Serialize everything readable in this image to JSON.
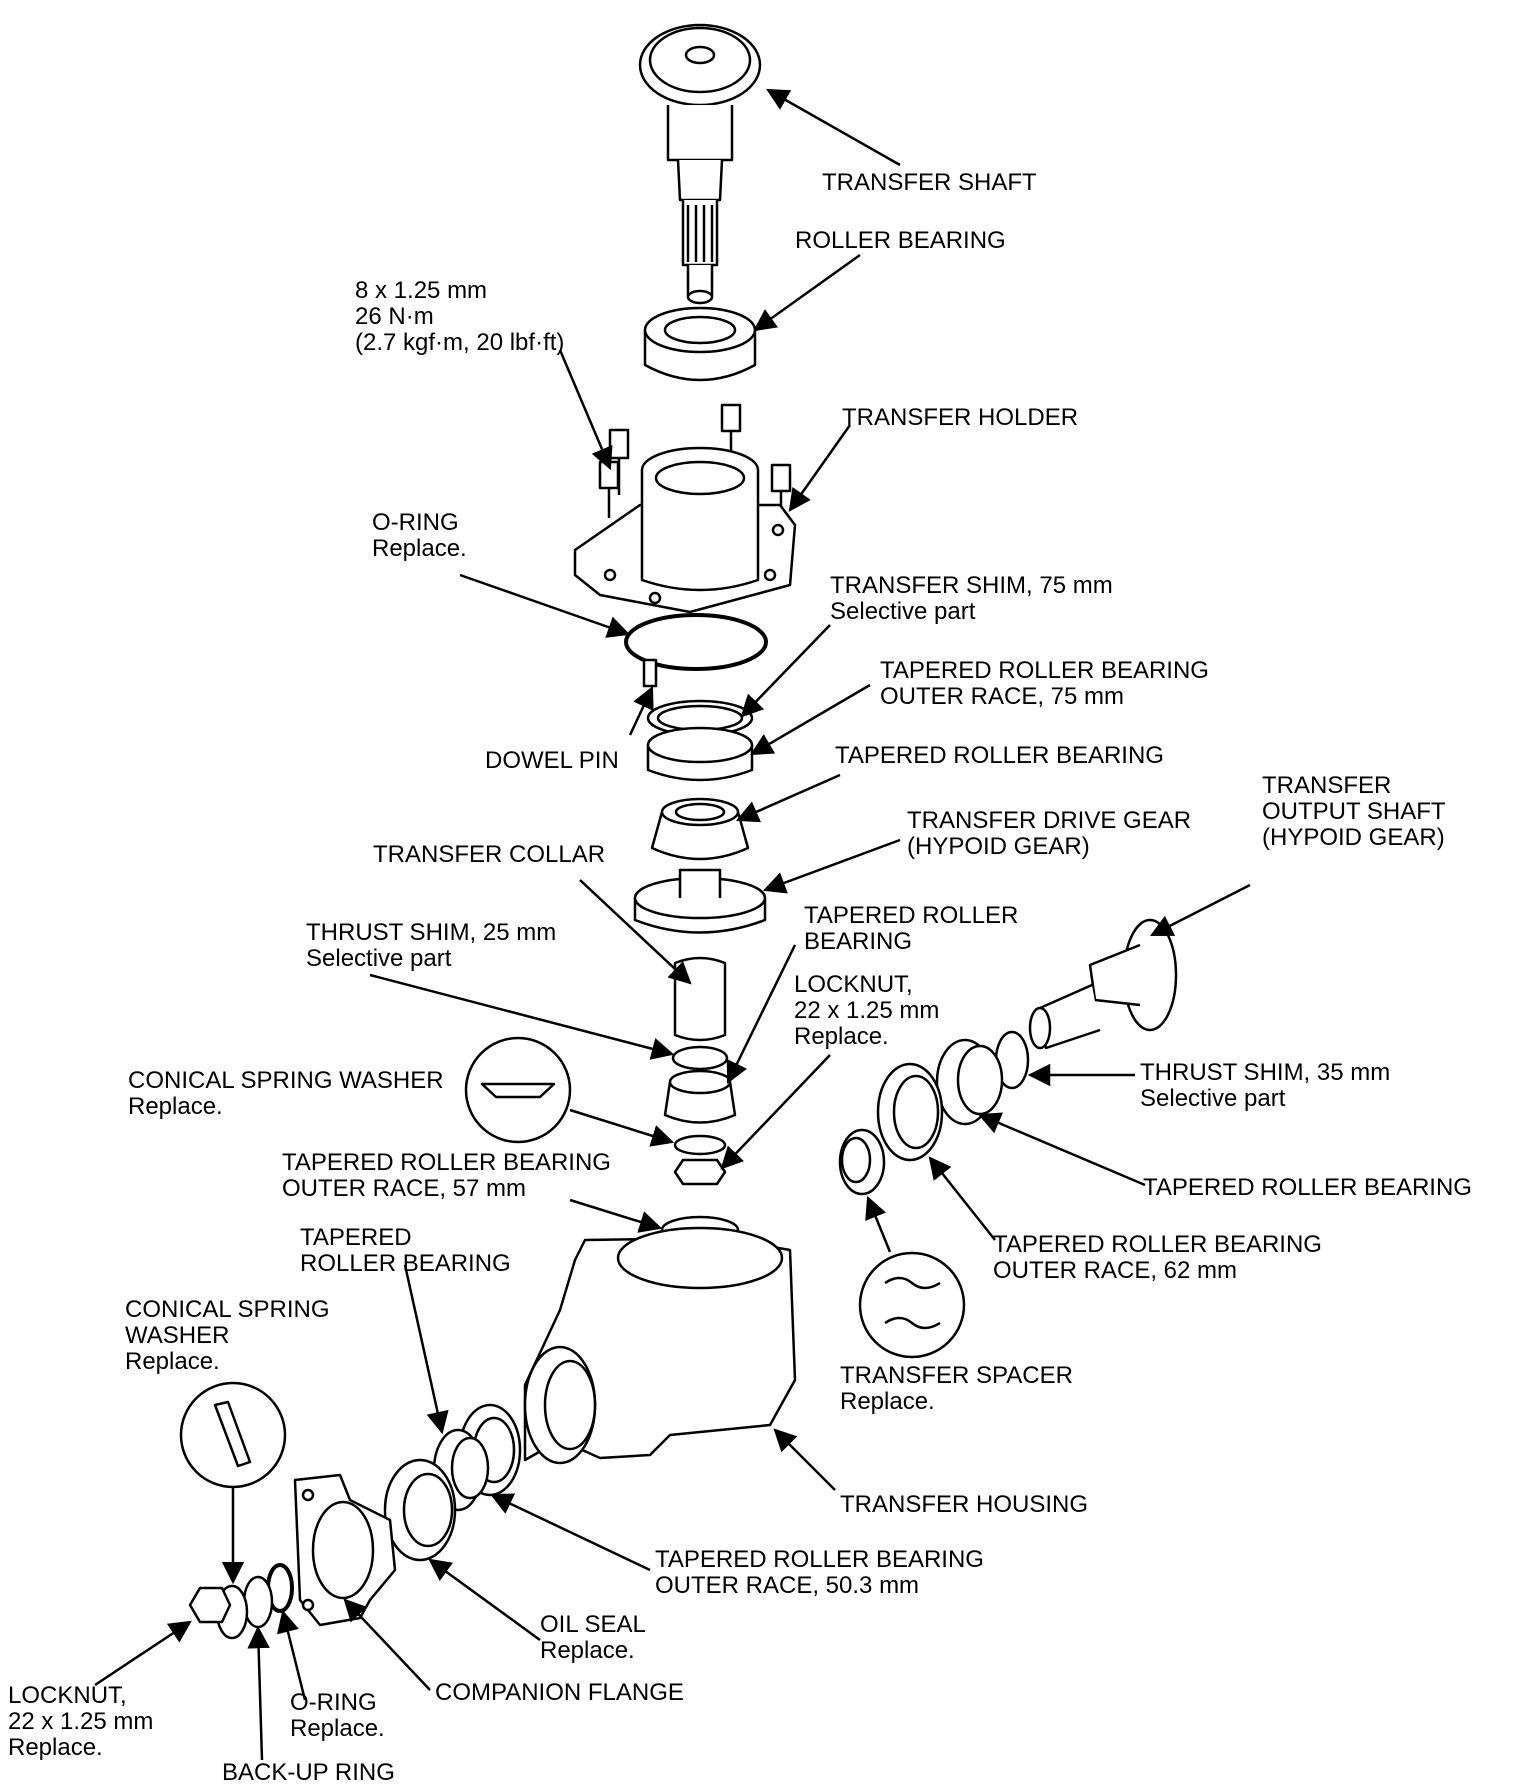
{
  "labels": {
    "transfer_shaft": [
      "TRANSFER SHAFT"
    ],
    "roller_bearing": [
      "ROLLER BEARING"
    ],
    "bolt_spec": [
      "8 x 1.25 mm",
      "26 N·m",
      "(2.7 kgf·m, 20 lbf·ft)"
    ],
    "transfer_holder": [
      "TRANSFER HOLDER"
    ],
    "o_ring_top": [
      "O-RING",
      "Replace."
    ],
    "transfer_shim": [
      "TRANSFER SHIM, 75 mm",
      "Selective part"
    ],
    "tapered_race_75": [
      "TAPERED ROLLER BEARING",
      "OUTER RACE, 75 mm"
    ],
    "dowel_pin": [
      "DOWEL PIN"
    ],
    "tapered_bearing_1": [
      "TAPERED ROLLER BEARING"
    ],
    "transfer_output_shaft": [
      "TRANSFER",
      "OUTPUT SHAFT",
      "(HYPOID GEAR)"
    ],
    "transfer_drive_gear": [
      "TRANSFER DRIVE GEAR",
      "(HYPOID GEAR)"
    ],
    "transfer_collar": [
      "TRANSFER COLLAR"
    ],
    "tapered_bearing_2": [
      "TAPERED ROLLER",
      "BEARING"
    ],
    "thrust_shim_25": [
      "THRUST SHIM, 25 mm",
      "Selective part"
    ],
    "locknut_top": [
      "LOCKNUT,",
      "22 x 1.25 mm",
      "Replace."
    ],
    "conical_washer_top": [
      "CONICAL SPRING WASHER",
      "Replace."
    ],
    "thrust_shim_35": [
      "THRUST SHIM, 35 mm",
      "Selective part"
    ],
    "tapered_race_57": [
      "TAPERED ROLLER BEARING",
      "OUTER RACE, 57 mm"
    ],
    "tapered_bearing_3": [
      "TAPERED ROLLER BEARING"
    ],
    "tapered_bearing_4": [
      "TAPERED",
      "ROLLER BEARING"
    ],
    "tapered_race_62": [
      "TAPERED ROLLER BEARING",
      "OUTER RACE, 62 mm"
    ],
    "conical_washer_bottom": [
      "CONICAL SPRING",
      "WASHER",
      "Replace."
    ],
    "transfer_spacer": [
      "TRANSFER SPACER",
      "Replace."
    ],
    "transfer_housing": [
      "TRANSFER HOUSING"
    ],
    "tapered_race_50": [
      "TAPERED ROLLER BEARING",
      "OUTER RACE, 50.3 mm"
    ],
    "oil_seal": [
      "OIL SEAL",
      "Replace."
    ],
    "companion_flange": [
      "COMPANION FLANGE"
    ],
    "locknut_bottom": [
      "LOCKNUT,",
      "22 x 1.25 mm",
      "Replace."
    ],
    "o_ring_bottom": [
      "O-RING",
      "Replace."
    ],
    "backup_ring": [
      "BACK-UP RING"
    ]
  }
}
